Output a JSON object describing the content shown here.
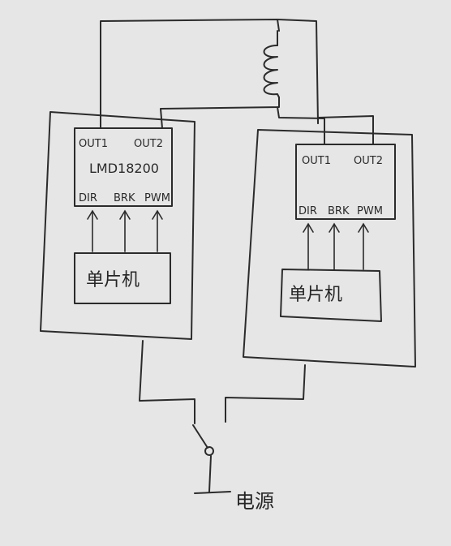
{
  "colors": {
    "paper": "#e6e6e6",
    "ink": "#2b2b2b"
  },
  "left_module": {
    "driver": {
      "out1": "OUT1",
      "out2": "OUT2",
      "chip": "LMD18200",
      "pins": [
        "DIR",
        "BRK",
        "PWM"
      ]
    },
    "mcu": "单片机"
  },
  "right_module": {
    "driver": {
      "out1": "OUT1",
      "out2": "OUT2",
      "pins": [
        "DIR",
        "BRK",
        "PWM"
      ]
    },
    "mcu": "单片机"
  },
  "power_label": "电源",
  "icons": {
    "coil": "inductor-coil-icon",
    "switch": "switch-icon"
  }
}
